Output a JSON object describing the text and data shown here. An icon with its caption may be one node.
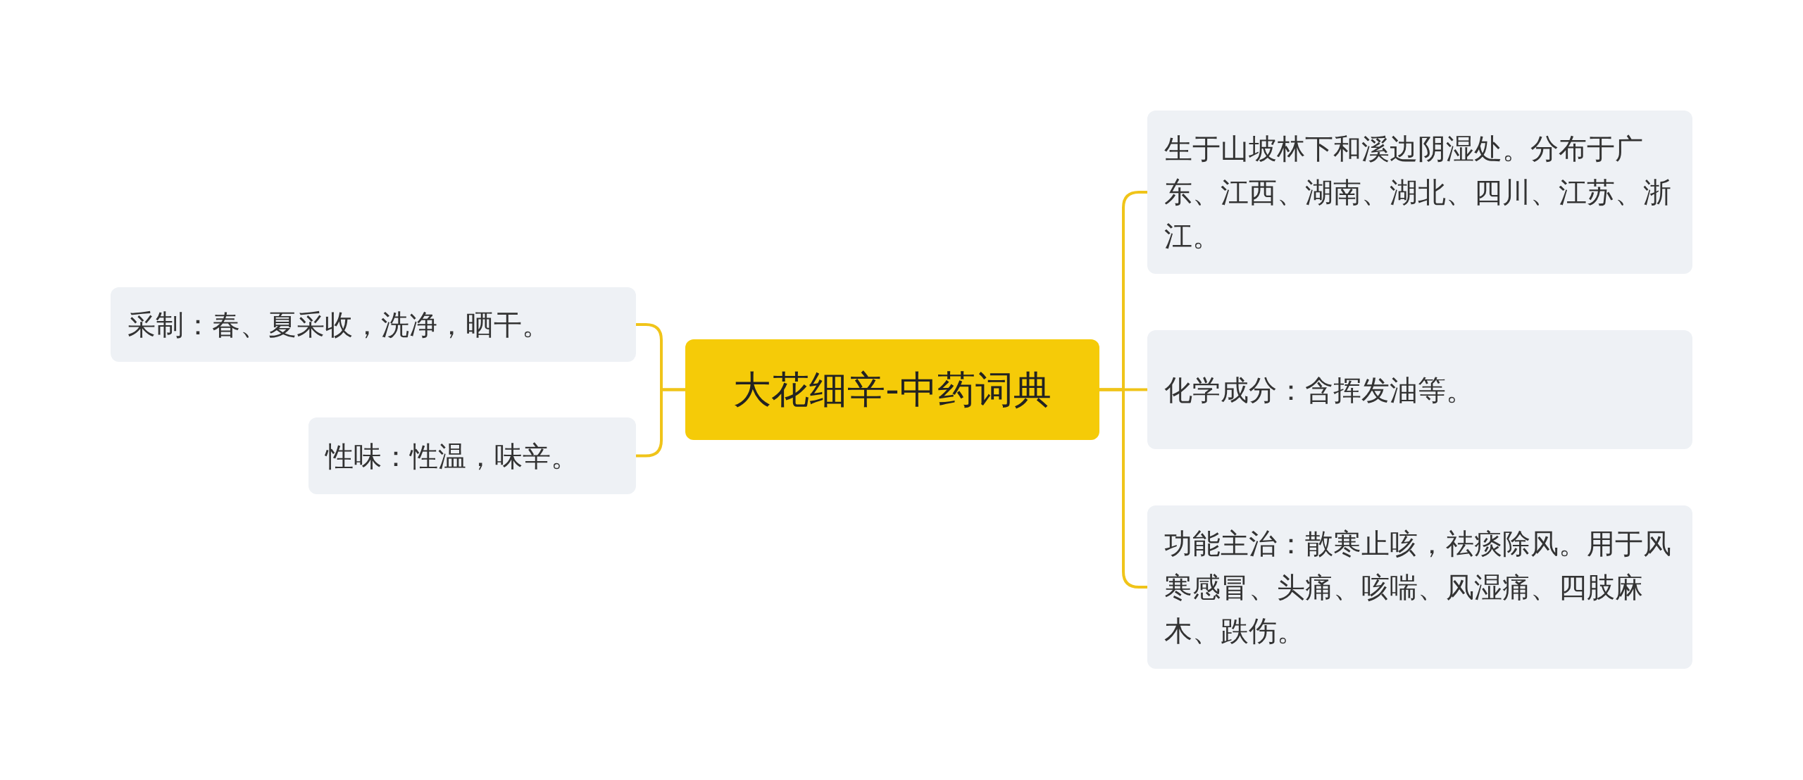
{
  "diagram": {
    "nodes": [
      {
        "text": [
          "大花细辛-中药词典"
        ]
      },
      {
        "text": [
          "采制：春、夏采收，洗净，晒干。"
        ]
      },
      {
        "text": [
          "性味：性温，味辛。"
        ]
      },
      {
        "text": [
          "生于山坡林下和溪边阴湿处。分布于广东、江西、湖南、湖北、四川、江苏、浙江。"
        ]
      },
      {
        "text": [
          "化学成分：含挥发油等。"
        ]
      },
      {
        "text": [
          "功能主治：散寒止咳，祛痰除风。用于风寒感冒、头痛、咳喘、风湿痛、四肢麻木、跌伤。"
        ]
      }
    ],
    "edges": [
      {
        "from": 0,
        "to": 1,
        "arrow": "none"
      },
      {
        "from": 0,
        "to": 2,
        "arrow": "none"
      },
      {
        "from": 0,
        "to": 3,
        "arrow": "none"
      },
      {
        "from": 0,
        "to": 4,
        "arrow": "none"
      },
      {
        "from": 0,
        "to": 5,
        "arrow": "none"
      }
    ]
  }
}
